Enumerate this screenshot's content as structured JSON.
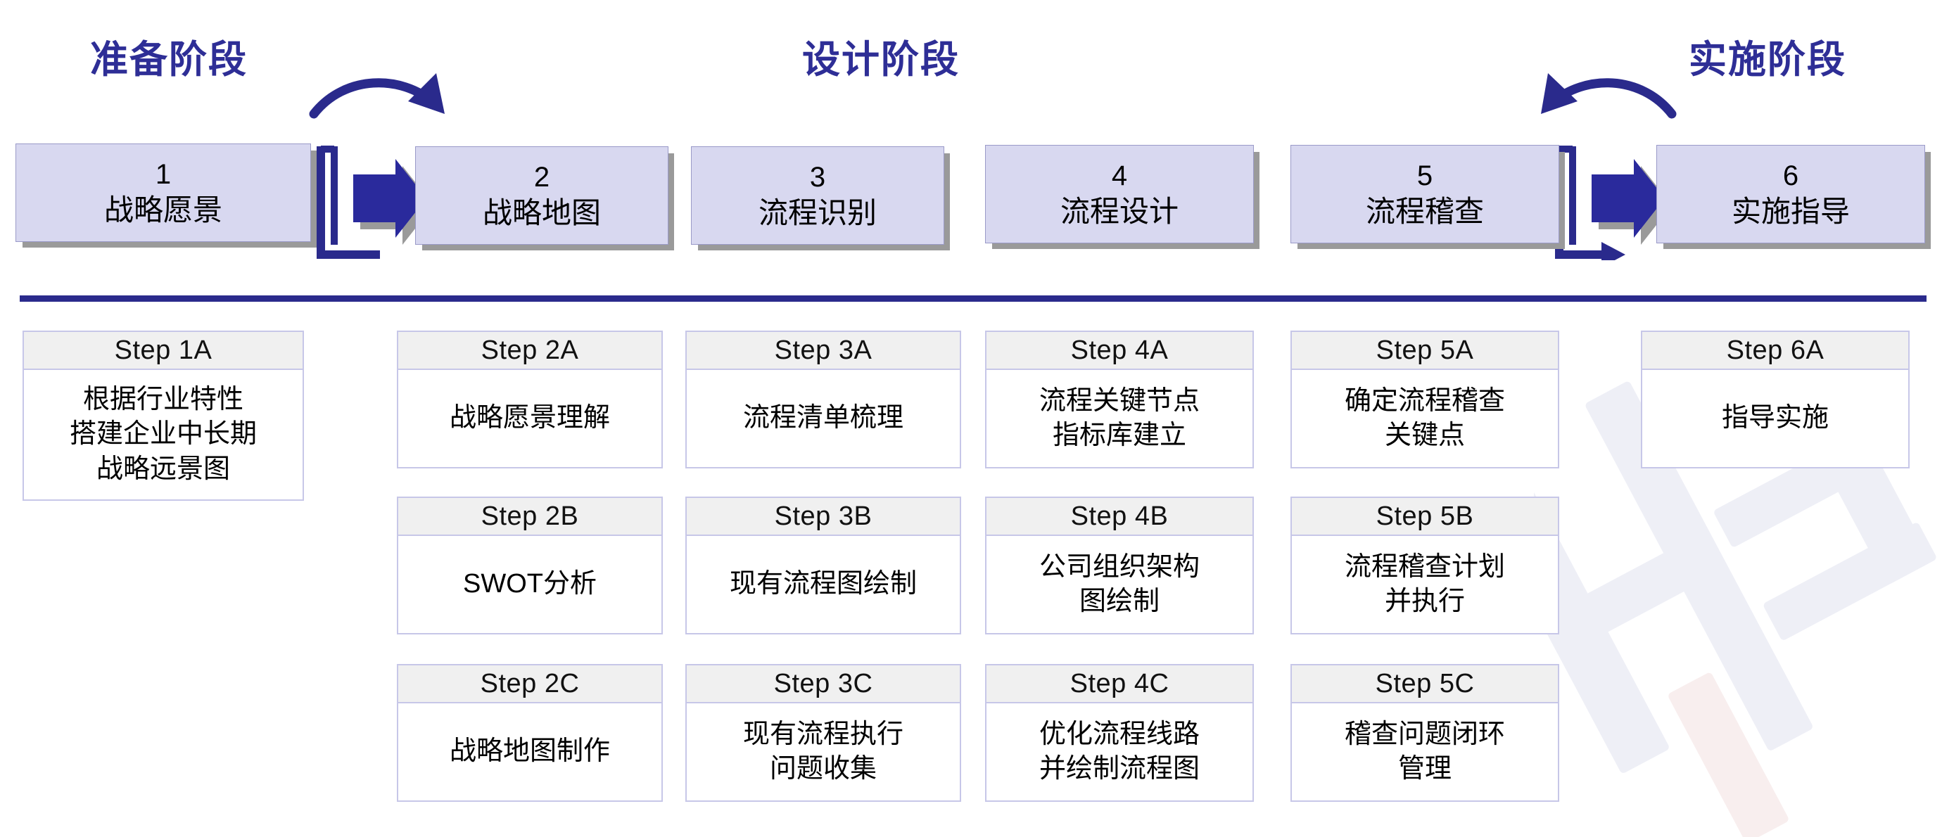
{
  "phases": [
    {
      "id": "prepare",
      "label": "准备阶段",
      "color": "#2e2e96"
    },
    {
      "id": "design",
      "label": "设计阶段",
      "color": "#2e2e96"
    },
    {
      "id": "implement",
      "label": "实施阶段",
      "color": "#2e2e96"
    }
  ],
  "stages": [
    {
      "num": "1",
      "label": "战略愿景"
    },
    {
      "num": "2",
      "label": "战略地图"
    },
    {
      "num": "3",
      "label": "流程识别"
    },
    {
      "num": "4",
      "label": "流程设计"
    },
    {
      "num": "5",
      "label": "流程稽查"
    },
    {
      "num": "6",
      "label": "实施指导"
    }
  ],
  "connectors": [
    {
      "id": "connector-prepare-to-design",
      "direction": "right",
      "arc": "forward"
    },
    {
      "id": "connector-design-to-implement",
      "direction": "right",
      "arc": "backward"
    }
  ],
  "columns": [
    {
      "column": 1,
      "steps": [
        {
          "head": "Step 1A",
          "body": "根据行业特性\n搭建企业中长期\n战略远景图"
        }
      ]
    },
    {
      "column": 2,
      "steps": [
        {
          "head": "Step 2A",
          "body": "战略愿景理解"
        },
        {
          "head": "Step 2B",
          "body": "SWOT分析"
        },
        {
          "head": "Step 2C",
          "body": "战略地图制作"
        }
      ]
    },
    {
      "column": 3,
      "steps": [
        {
          "head": "Step 3A",
          "body": "流程清单梳理"
        },
        {
          "head": "Step 3B",
          "body": "现有流程图绘制"
        },
        {
          "head": "Step 3C",
          "body": "现有流程执行\n问题收集"
        }
      ]
    },
    {
      "column": 4,
      "steps": [
        {
          "head": "Step 4A",
          "body": "流程关键节点\n指标库建立"
        },
        {
          "head": "Step 4B",
          "body": "公司组织架构\n图绘制"
        },
        {
          "head": "Step 4C",
          "body": "优化流程线路\n并绘制流程图"
        }
      ]
    },
    {
      "column": 5,
      "steps": [
        {
          "head": "Step 5A",
          "body": "确定流程稽查\n关键点"
        },
        {
          "head": "Step 5B",
          "body": "流程稽查计划\n并执行"
        },
        {
          "head": "Step 5C",
          "body": "稽查问题闭环\n管理"
        }
      ]
    },
    {
      "column": 6,
      "steps": [
        {
          "head": "Step 6A",
          "body": "指导实施"
        }
      ]
    }
  ],
  "colors": {
    "accent": "#2a2a8c",
    "stage_fill": "#d8d8f0",
    "stage_border": "#9a9ac8",
    "step_border": "#c7c7e8",
    "step_head_fill": "#f0f0f0",
    "shadow": "#9a9a9a",
    "title": "#2e2e96"
  }
}
